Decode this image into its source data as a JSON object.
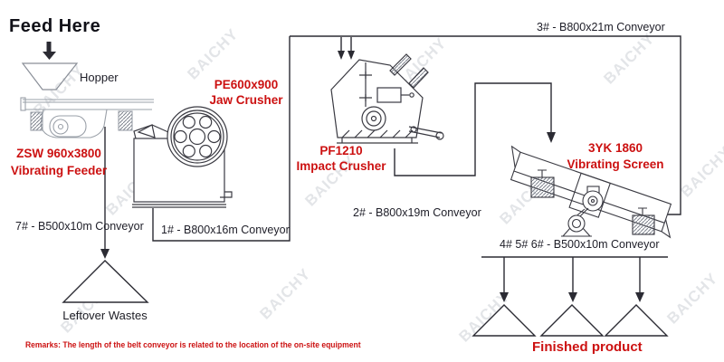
{
  "diagram": {
    "title_action": "Feed Here",
    "hopper": "Hopper",
    "equipment": {
      "vibrating_feeder": {
        "model": "ZSW 960x3800",
        "name": "Vibrating Feeder"
      },
      "jaw_crusher": {
        "model": "PE600x900",
        "name": "Jaw Crusher"
      },
      "impact_crusher": {
        "model": "PF1210",
        "name": "Impact Crusher"
      },
      "vibrating_screen": {
        "model": "3YK 1860",
        "name": "Vibrating Screen"
      }
    },
    "conveyors": {
      "c1": "1# - B800x16m Conveyor",
      "c2": "2# - B800x19m Conveyor",
      "c3": "3# - B800x21m Conveyor",
      "c456": "4# 5# 6# - B500x10m Conveyor",
      "c7": "7# - B500x10m Conveyor"
    },
    "outputs": {
      "leftover_wastes": "Leftover Wastes",
      "finished_product": "Finished product"
    },
    "remarks": "Remarks: The length of the belt conveyor is related to the location of the on-site equipment",
    "watermark": "BAICHY",
    "colors": {
      "accent_red": "#cc1111",
      "flow_line": "#2b2b33",
      "machine_light": "#9aa0a8",
      "machine_dark": "#3a3a42"
    }
  }
}
